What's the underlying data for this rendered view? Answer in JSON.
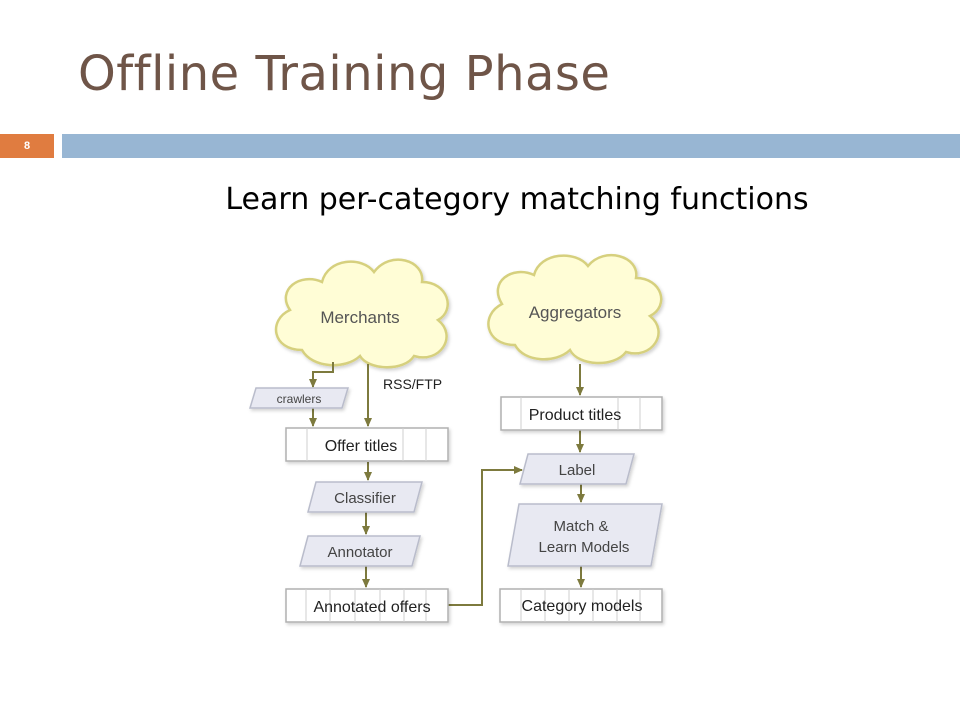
{
  "slide": {
    "title": "Offline Training Phase",
    "number": "8",
    "subtitle": "Learn per-category matching functions"
  },
  "diagram": {
    "merchants": "Merchants",
    "aggregators": "Aggregators",
    "crawlers": "crawlers",
    "rss_ftp": "RSS/FTP",
    "offer_titles": "Offer titles",
    "classifier": "Classifier",
    "annotator": "Annotator",
    "annotated_offers": "Annotated offers",
    "product_titles": "Product titles",
    "label": "Label",
    "match_line1": "Match &",
    "match_line2": "Learn Models",
    "category_models": "Category models"
  },
  "colors": {
    "title": "#6f5548",
    "accent": "#e07c40",
    "rule": "#98b6d3",
    "cloud_fill": "#fffdd6",
    "cloud_stroke": "#d6d07e",
    "arrow": "#7d7a3e",
    "shape_fill": "#e8e9f2",
    "shape_stroke": "#b9bccb",
    "box_stroke": "#b0b0b0"
  }
}
